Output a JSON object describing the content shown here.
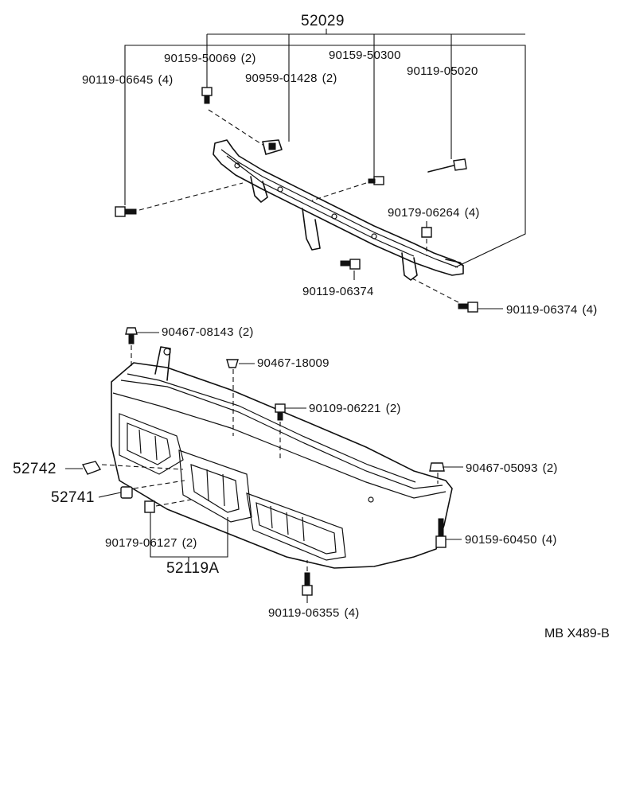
{
  "diagram": {
    "reinforcement_assembly": {
      "part_no": "52029"
    },
    "bumper_cover_assembly": {
      "part_no": "52119A"
    },
    "callouts": [
      {
        "id": "c1",
        "part_no": "90159-50069",
        "qty": "(2)"
      },
      {
        "id": "c2",
        "part_no": "90119-06645",
        "qty": "(4)"
      },
      {
        "id": "c3",
        "part_no": "90959-01428",
        "qty": "(2)"
      },
      {
        "id": "c4",
        "part_no": "90159-50300",
        "qty": ""
      },
      {
        "id": "c5",
        "part_no": "90119-05020",
        "qty": ""
      },
      {
        "id": "c6",
        "part_no": "90179-06264",
        "qty": "(4)"
      },
      {
        "id": "c7",
        "part_no": "90119-06374",
        "qty": ""
      },
      {
        "id": "c8",
        "part_no": "90119-06374",
        "qty": "(4)"
      },
      {
        "id": "c9",
        "part_no": "90467-08143",
        "qty": "(2)"
      },
      {
        "id": "c10",
        "part_no": "90467-18009",
        "qty": ""
      },
      {
        "id": "c11",
        "part_no": "90109-06221",
        "qty": "(2)"
      },
      {
        "id": "c12",
        "part_no": "52742",
        "qty": ""
      },
      {
        "id": "c13",
        "part_no": "90467-05093",
        "qty": "(2)"
      },
      {
        "id": "c14",
        "part_no": "52741",
        "qty": ""
      },
      {
        "id": "c15",
        "part_no": "90159-60450",
        "qty": "(4)"
      },
      {
        "id": "c16",
        "part_no": "90179-06127",
        "qty": "(2)"
      },
      {
        "id": "c17",
        "part_no": "90119-06355",
        "qty": "(4)"
      }
    ],
    "drawing_code": "MB X489-B"
  }
}
